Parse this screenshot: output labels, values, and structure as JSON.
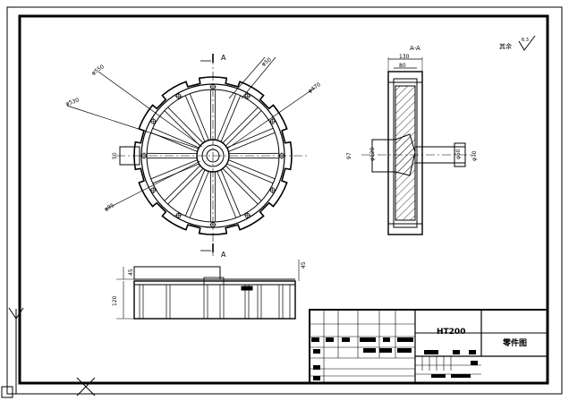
{
  "drawing": {
    "section_label": "A-A",
    "section_mark": "A",
    "roughness_text": "其余",
    "roughness_value": "6.3"
  },
  "dimensions": {
    "front_view": {
      "outer_diameter": "φ550",
      "rim_diameter": "φ530",
      "bolt_circle": "φ470",
      "hub_diameter": "φ95",
      "tooth_width": "φ50",
      "hub_height": "50"
    },
    "section_view": {
      "overall_width": "130",
      "rim_width": "80",
      "hub_length": "97",
      "bore": "φ120",
      "shaft_diameter": "φ50",
      "shaft_length": "φ70"
    },
    "bottom_view": {
      "top_thickness": "45",
      "total_height": "120",
      "rim_thickness": "45"
    }
  },
  "title_block": {
    "material": "HT200",
    "drawing_name": "零件图"
  }
}
